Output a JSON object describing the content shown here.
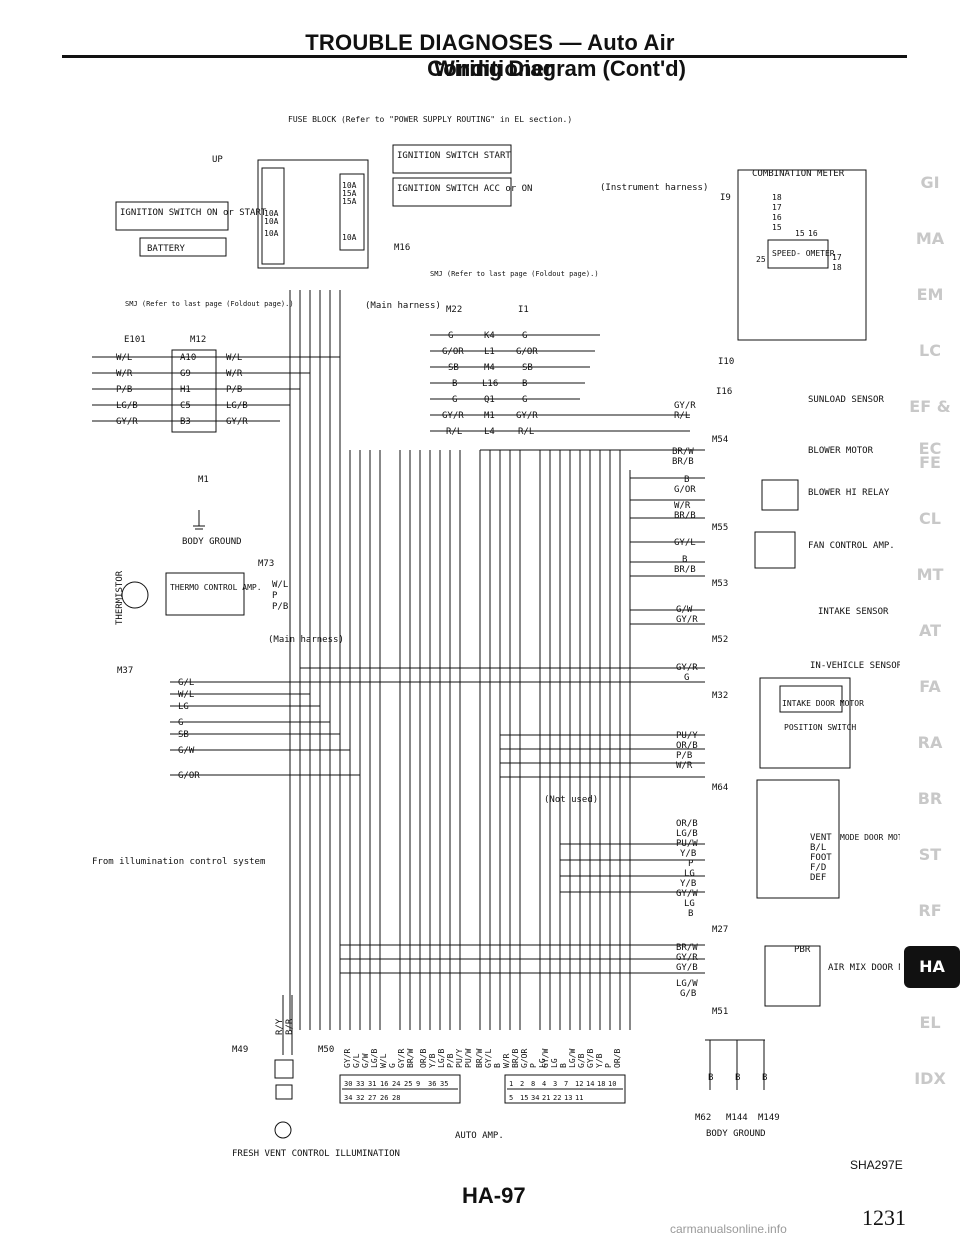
{
  "header": {
    "title": "TROUBLE DIAGNOSES — Auto Air Conditioner",
    "subtitle": "Wiring Diagram (Cont'd)"
  },
  "sidebar_tabs": [
    "GI",
    "MA",
    "EM",
    "LC",
    "EF & EC",
    "FE",
    "CL",
    "MT",
    "AT",
    "FA",
    "RA",
    "BR",
    "ST",
    "RF",
    "HA",
    "EL",
    "IDX"
  ],
  "active_tab": "HA",
  "diagram": {
    "fuse_block": "FUSE BLOCK (Refer to \"POWER SUPPLY ROUTING\" in EL section.)",
    "up_label": "UP",
    "ign_start": "IGNITION SWITCH START",
    "ign_acc": "IGNITION SWITCH ACC or ON",
    "ign_on_start": "IGNITION SWITCH ON or START",
    "battery": "BATTERY",
    "fuses": [
      "10A",
      "15A",
      "15A",
      "10A",
      "10A",
      "10A",
      "10A"
    ],
    "connector_m16": "M16",
    "smj_note": "SMJ (Refer to last page (Foldout page).)",
    "main_harness": "(Main harness)",
    "instrument_harness": "(Instrument harness)",
    "combination_meter": "COMBINATION METER",
    "speedometer": "SPEED- OMETER",
    "connectors_left": [
      "E101",
      "M12"
    ],
    "connectors_mid": [
      "M22",
      "I1"
    ],
    "connector_i9": "I9",
    "connector_i10": "I10",
    "connector_i16": "I16",
    "wire_rows_left": [
      {
        "l": "W/L",
        "pin": "A10",
        "r": "W/L"
      },
      {
        "l": "W/R",
        "pin": "G9",
        "r": "W/R"
      },
      {
        "l": "P/B",
        "pin": "H1",
        "r": "P/B"
      },
      {
        "l": "LG/B",
        "pin": "C5",
        "r": "LG/B"
      },
      {
        "l": "GY/R",
        "pin": "B3",
        "r": "GY/R"
      }
    ],
    "wire_rows_mid": [
      {
        "l": "G",
        "pin": "K4",
        "r": "G"
      },
      {
        "l": "G/OR",
        "pin": "L1",
        "r": "G/OR"
      },
      {
        "l": "SB",
        "pin": "M4",
        "r": "SB"
      },
      {
        "l": "B",
        "pin": "L16",
        "r": "B"
      },
      {
        "l": "G",
        "pin": "Q1",
        "r": "G"
      },
      {
        "l": "GY/R",
        "pin": "M1",
        "r": "GY/R"
      },
      {
        "l": "R/L",
        "pin": "L4",
        "r": "R/L"
      }
    ],
    "meter_pins": [
      "18",
      "17",
      "16",
      "15",
      "25",
      "15",
      "16",
      "17",
      "18"
    ],
    "connector_m1": "M1",
    "body_ground": "BODY GROUND",
    "thermistor": "THERMISTOR",
    "thermo_amp": "THERMO CONTROL AMP.",
    "connector_m73": "M73",
    "m73_wires": [
      "W/L",
      "P",
      "P/B"
    ],
    "connector_m37": "M37",
    "m37_wires": [
      "G/L",
      "W/L",
      "LG",
      "G",
      "SB",
      "G/W",
      "G/OR"
    ],
    "sunload_sensor": "SUNLOAD SENSOR",
    "sunload_wires": [
      "GY/R",
      "R/L"
    ],
    "connector_m54": "M54",
    "blower_motor": "BLOWER MOTOR",
    "blower_wires": [
      "BR/W",
      "BR/B"
    ],
    "blower_relay": "BLOWER HI RELAY",
    "relay_wires": [
      "B",
      "G/OR",
      "W/R",
      "BR/B"
    ],
    "connector_m55": "M55",
    "fan_amp": "FAN CONTROL AMP.",
    "fan_wires": [
      "GY/L",
      "B",
      "BR/B"
    ],
    "connector_m53": "M53",
    "intake_sensor": "INTAKE SENSOR",
    "intake_wires": [
      "G/W",
      "GY/R"
    ],
    "connector_m52": "M52",
    "invehicle_sensor": "IN-VEHICLE SENSOR",
    "invehicle_wires": [
      "GY/R",
      "G"
    ],
    "connector_m32": "M32",
    "intake_door_motor": "INTAKE DOOR MOTOR",
    "position_switch": "POSITION SWITCH",
    "intake_door_wires": [
      "PU/Y",
      "OR/B",
      "P/B",
      "W/R"
    ],
    "connector_m64": "M64",
    "not_used": "(Not used)",
    "mode_wires": [
      "OR/B",
      "LG/B",
      "PU/W",
      "Y/B",
      "P",
      "LG",
      "Y/B",
      "GY/W",
      "LG",
      "B"
    ],
    "mode_positions": [
      "VENT",
      "B/L",
      "FOOT",
      "F/D",
      "DEF"
    ],
    "mode_motor": "MODE DOOR MOTOR",
    "connector_m27": "M27",
    "airmix_wires": [
      "BR/W",
      "GY/R",
      "GY/B",
      "LG/W",
      "G/B"
    ],
    "pbr": "PBR",
    "airmix_motor": "AIR MIX DOOR MOTOR",
    "connector_m51": "M51",
    "illumination": "From illumination control system",
    "connector_m49": "M49",
    "connector_m50": "M50",
    "vent_illum": "FRESH VENT CONTROL ILLUMINATION",
    "m49_wires": [
      "R/Y",
      "B/R"
    ],
    "amp_bottom_wires_a": [
      "GY/R",
      "G/L",
      "G/W",
      "LG/B",
      "W/L",
      "G",
      "GY/R",
      "BR/W"
    ],
    "amp_bottom_wires_b": [
      "OR/B",
      "Y/B",
      "LG/B",
      "P/B",
      "PU/Y",
      "PU/W"
    ],
    "amp_bottom_wires_c": [
      "BR/W",
      "GY/L",
      "B",
      "W/R",
      "BR/B",
      "G/OR",
      "P",
      "LG"
    ],
    "amp_bottom_wires_d": [
      "GY/W",
      "LG",
      "B",
      "LG/W",
      "G/B",
      "GY/B",
      "Y/B",
      "P",
      "OR/B"
    ],
    "auto_amp": "AUTO AMP.",
    "amp_pins_left": [
      "30",
      "33",
      "31",
      "16",
      "24",
      "25",
      "9",
      "36",
      "35",
      "34",
      "32",
      "27",
      "26",
      "28"
    ],
    "amp_pins_right": [
      "1",
      "2",
      "8",
      "4",
      "3",
      "7",
      "12",
      "14",
      "18",
      "10",
      "5",
      "15",
      "34",
      "21",
      "22",
      "13",
      "11"
    ],
    "ground_label": "B",
    "ground_connectors": [
      "M62",
      "M144",
      "M149"
    ],
    "body_ground_bottom": "BODY GROUND"
  },
  "footer": {
    "code": "SHA297E",
    "page": "HA-97",
    "book_page": "1231",
    "source": "carmanualsonline.info"
  }
}
